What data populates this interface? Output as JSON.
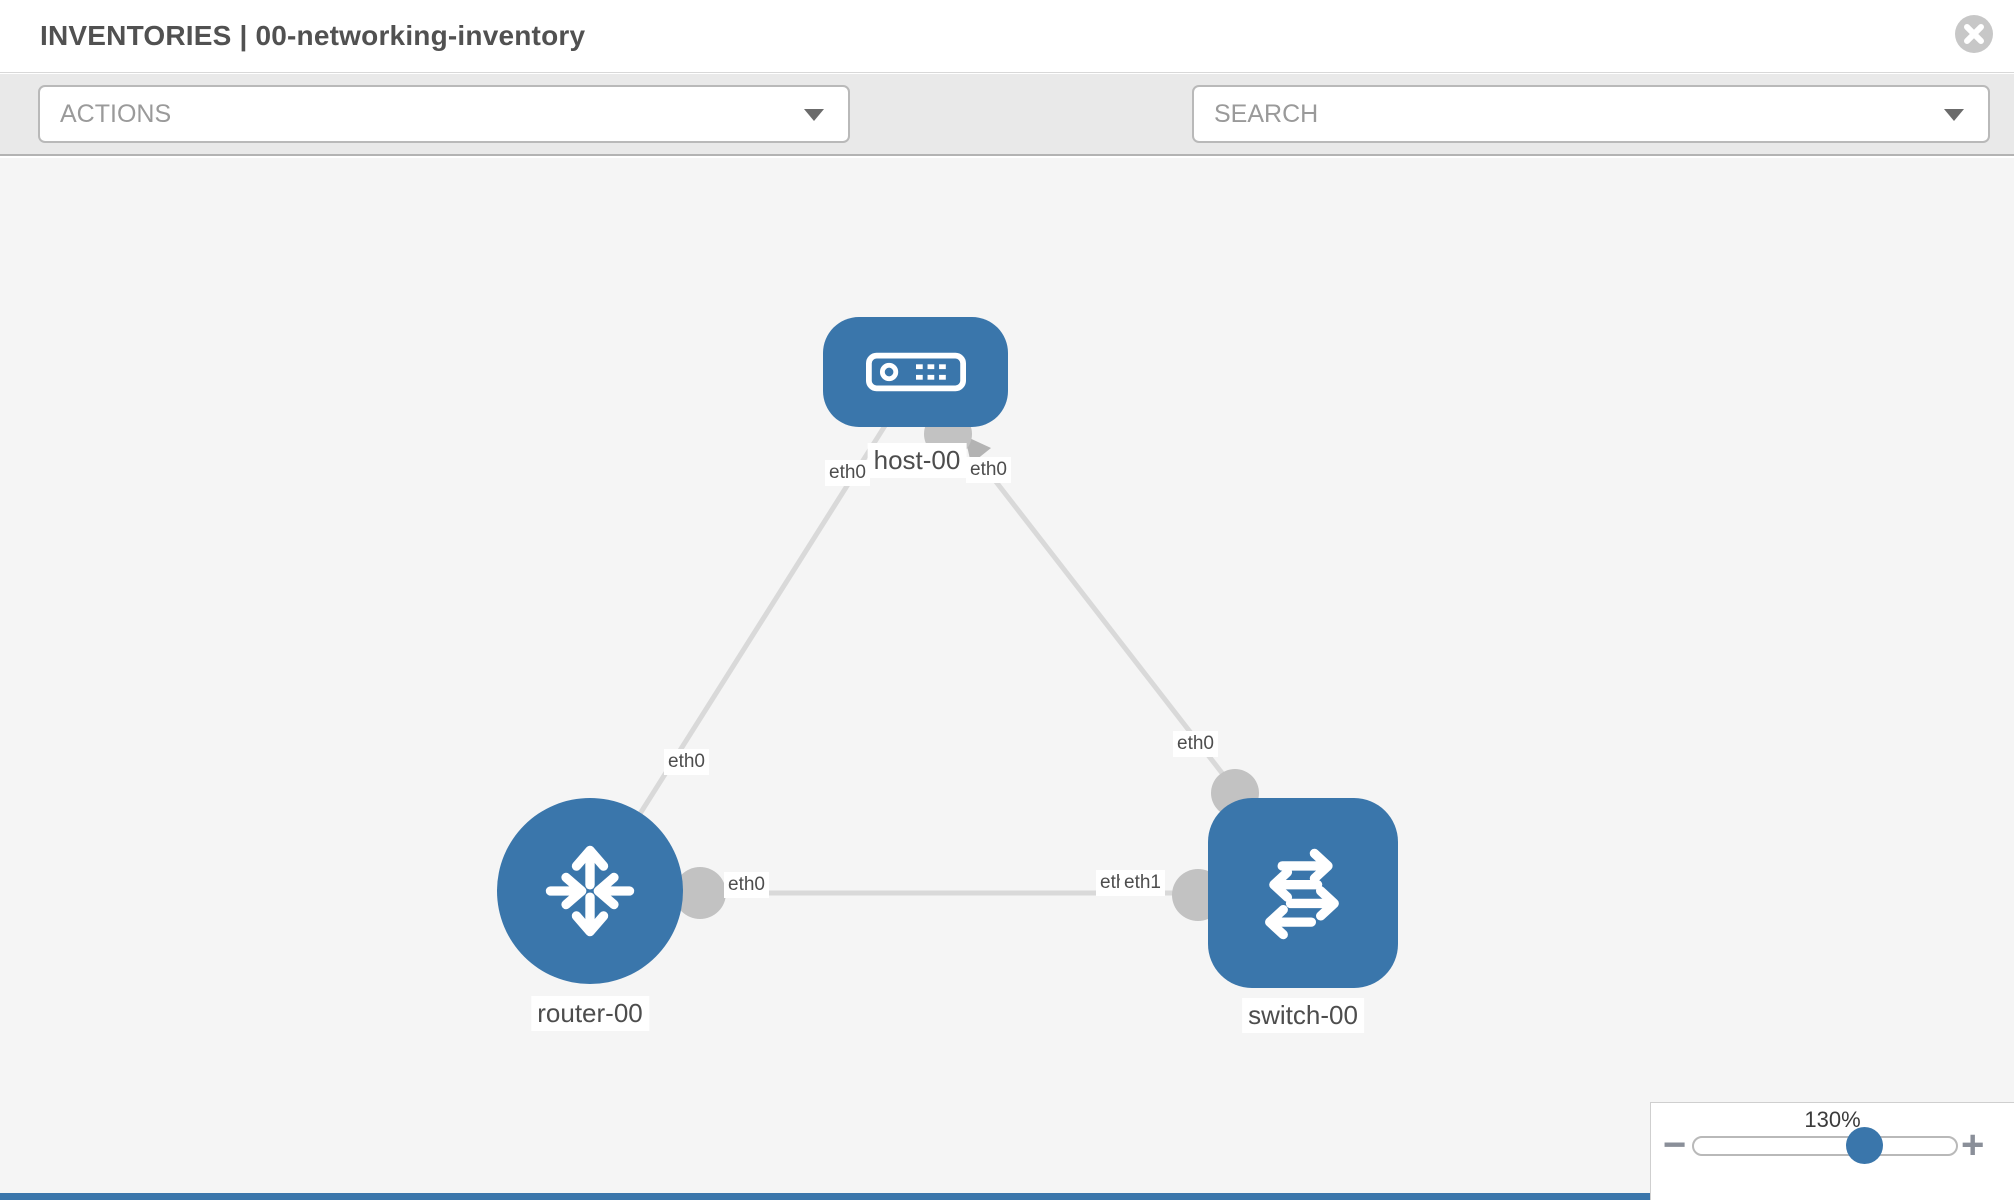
{
  "header": {
    "title": "INVENTORIES | 00-networking-inventory"
  },
  "toolbar": {
    "actions_label": "ACTIONS",
    "search_label": "SEARCH"
  },
  "topology": {
    "nodes": [
      {
        "label": "host-00",
        "type": "host"
      },
      {
        "label": "router-00",
        "type": "router"
      },
      {
        "label": "switch-00",
        "type": "switch"
      }
    ],
    "links": [
      {
        "from": "host-00",
        "to": "router-00"
      },
      {
        "from": "host-00",
        "to": "switch-00"
      },
      {
        "from": "router-00",
        "to": "switch-00"
      }
    ],
    "interface_labels": {
      "host_left": "eth0",
      "host_right": "eth0",
      "near_router": "eth0",
      "near_switch_top": "eth0",
      "mid_link_left": "eth0",
      "mid_link_back": "eth0",
      "mid_link_front": "eth1"
    }
  },
  "zoom_control": {
    "level": "130%",
    "minus_label": "−",
    "plus_label": "+"
  },
  "colors": {
    "node_blue": "#3a76ab",
    "link_gray": "#d9d9d9",
    "connector_gray": "#c2c2c2",
    "canvas_bg": "#f5f5f5",
    "toolbar_bg": "#e9e9e9"
  }
}
